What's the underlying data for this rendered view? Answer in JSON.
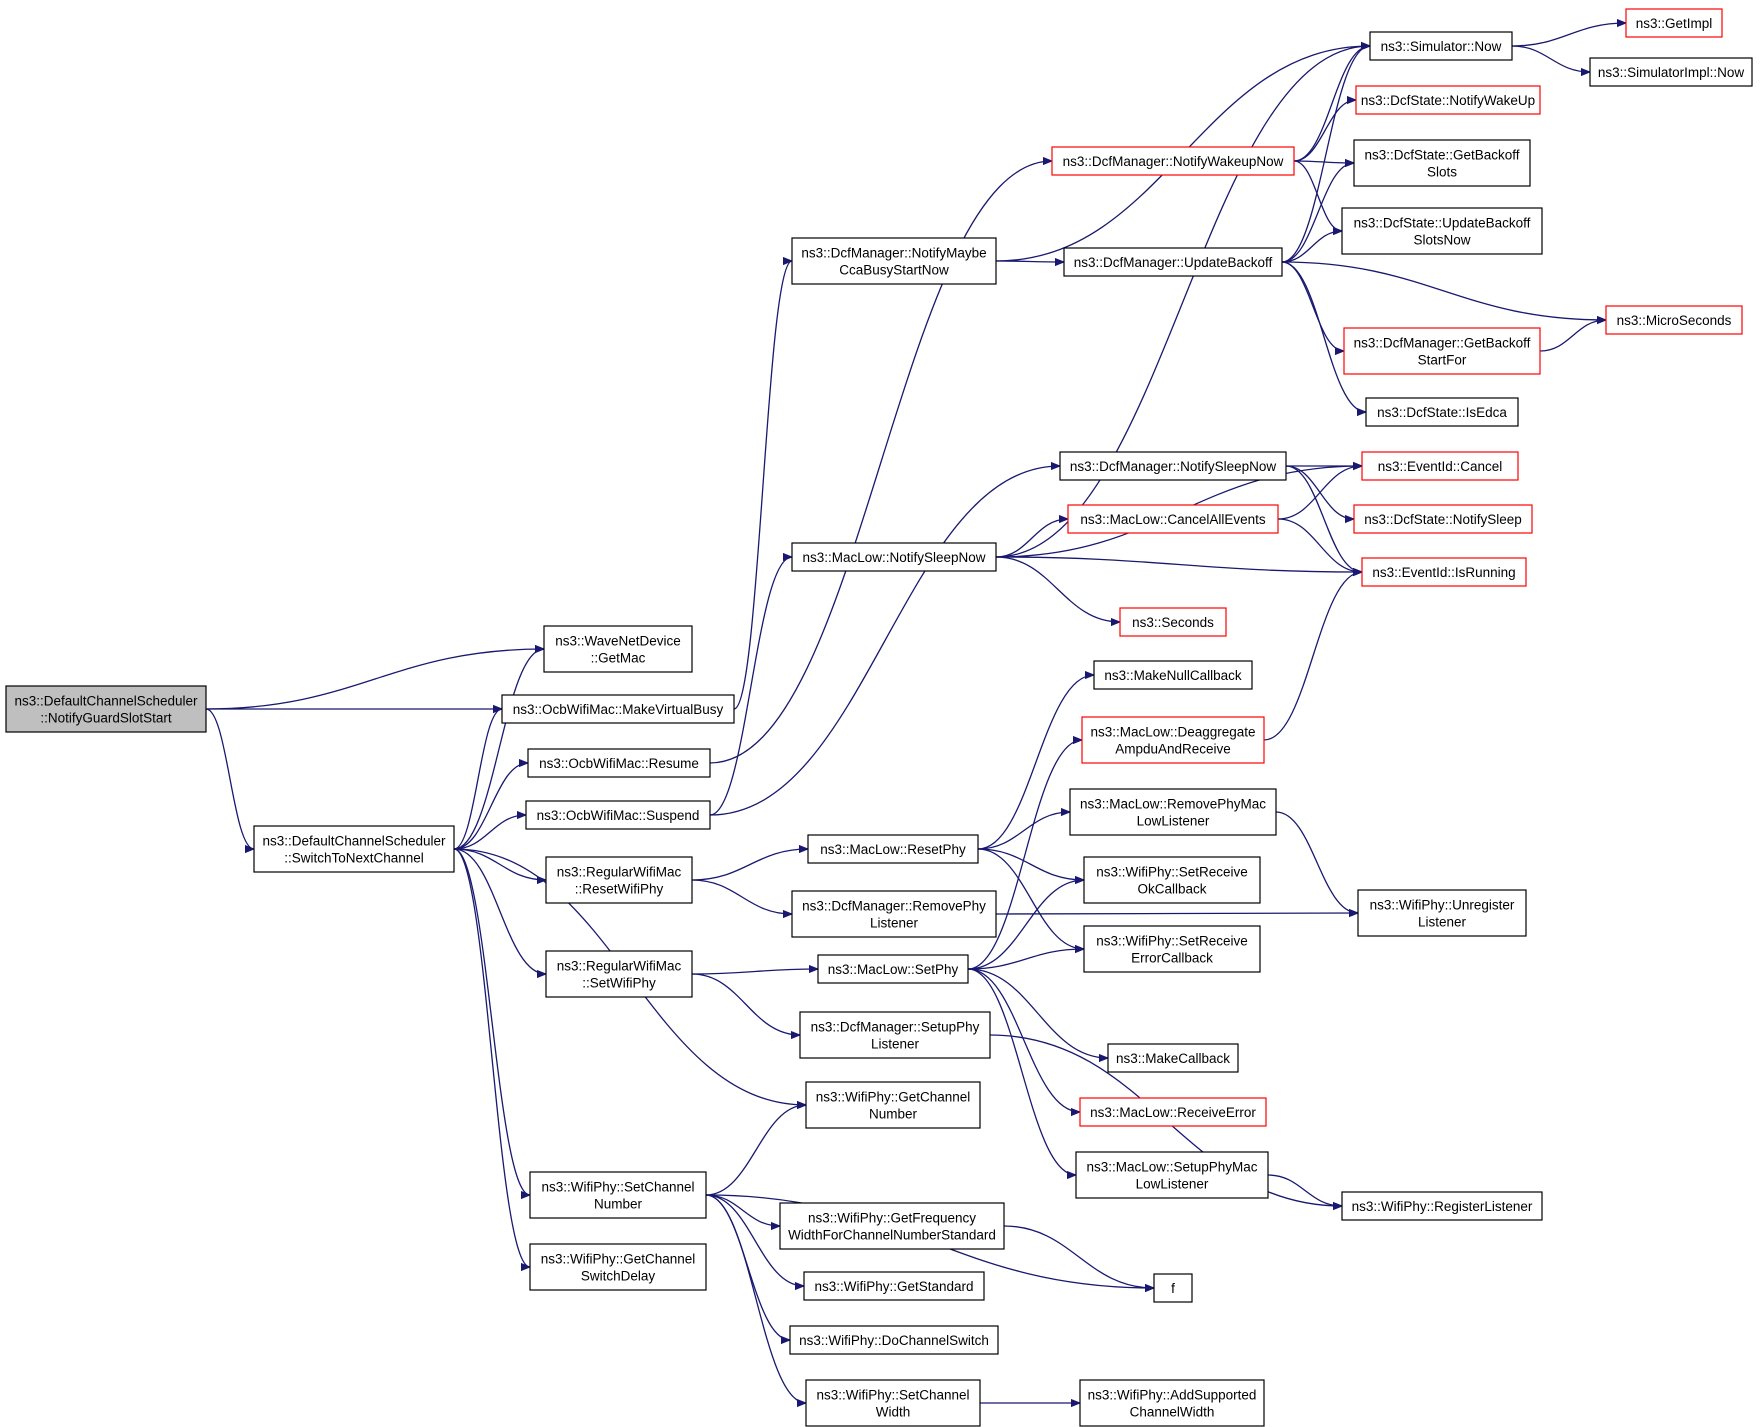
{
  "nodes": [
    {
      "id": "root",
      "lines": [
        "ns3::DefaultChannelScheduler",
        "::NotifyGuardSlotStart"
      ],
      "style": "root"
    },
    {
      "id": "switch",
      "lines": [
        "ns3::DefaultChannelScheduler",
        "::SwitchToNextChannel"
      ],
      "style": "normal"
    },
    {
      "id": "getmac",
      "lines": [
        "ns3::WaveNetDevice",
        "::GetMac"
      ],
      "style": "normal"
    },
    {
      "id": "makevb",
      "lines": [
        "ns3::OcbWifiMac::MakeVirtualBusy"
      ],
      "style": "normal"
    },
    {
      "id": "resume",
      "lines": [
        "ns3::OcbWifiMac::Resume"
      ],
      "style": "normal"
    },
    {
      "id": "suspend",
      "lines": [
        "ns3::OcbWifiMac::Suspend"
      ],
      "style": "normal"
    },
    {
      "id": "resetwifiphy",
      "lines": [
        "ns3::RegularWifiMac",
        "::ResetWifiPhy"
      ],
      "style": "normal"
    },
    {
      "id": "setwifiphy",
      "lines": [
        "ns3::RegularWifiMac",
        "::SetWifiPhy"
      ],
      "style": "normal"
    },
    {
      "id": "setchnum",
      "lines": [
        "ns3::WifiPhy::SetChannel",
        "Number"
      ],
      "style": "normal"
    },
    {
      "id": "getchsw",
      "lines": [
        "ns3::WifiPhy::GetChannel",
        "SwitchDelay"
      ],
      "style": "normal"
    },
    {
      "id": "ccabusy",
      "lines": [
        "ns3::DcfManager::NotifyMaybe",
        "CcaBusyStartNow"
      ],
      "style": "normal"
    },
    {
      "id": "notifysleepnow",
      "lines": [
        "ns3::MacLow::NotifySleepNow"
      ],
      "style": "normal"
    },
    {
      "id": "resetphy",
      "lines": [
        "ns3::MacLow::ResetPhy"
      ],
      "style": "normal"
    },
    {
      "id": "removephylist",
      "lines": [
        "ns3::DcfManager::RemovePhy",
        "Listener"
      ],
      "style": "normal"
    },
    {
      "id": "setphy",
      "lines": [
        "ns3::MacLow::SetPhy"
      ],
      "style": "normal"
    },
    {
      "id": "setupphylist",
      "lines": [
        "ns3::DcfManager::SetupPhy",
        "Listener"
      ],
      "style": "normal"
    },
    {
      "id": "getchnum",
      "lines": [
        "ns3::WifiPhy::GetChannel",
        "Number"
      ],
      "style": "normal"
    },
    {
      "id": "getfreq",
      "lines": [
        "ns3::WifiPhy::GetFrequency",
        "WidthForChannelNumberStandard"
      ],
      "style": "normal"
    },
    {
      "id": "getstd",
      "lines": [
        "ns3::WifiPhy::GetStandard"
      ],
      "style": "normal"
    },
    {
      "id": "dochsw",
      "lines": [
        "ns3::WifiPhy::DoChannelSwitch"
      ],
      "style": "normal"
    },
    {
      "id": "setchw",
      "lines": [
        "ns3::WifiPhy::SetChannel",
        "Width"
      ],
      "style": "normal"
    },
    {
      "id": "simnow",
      "lines": [
        "ns3::Simulator::Now"
      ],
      "style": "normal"
    },
    {
      "id": "notifywakeupnow",
      "lines": [
        "ns3::DcfManager::NotifyWakeupNow"
      ],
      "style": "red"
    },
    {
      "id": "updatebackoff",
      "lines": [
        "ns3::DcfManager::UpdateBackoff"
      ],
      "style": "normal"
    },
    {
      "id": "dcfnotifysleepnow",
      "lines": [
        "ns3::DcfManager::NotifySleepNow"
      ],
      "style": "normal"
    },
    {
      "id": "cancelall",
      "lines": [
        "ns3::MacLow::CancelAllEvents"
      ],
      "style": "red"
    },
    {
      "id": "seconds",
      "lines": [
        "ns3::Seconds"
      ],
      "style": "red"
    },
    {
      "id": "makenull",
      "lines": [
        "ns3::MakeNullCallback"
      ],
      "style": "normal"
    },
    {
      "id": "deagg",
      "lines": [
        "ns3::MacLow::Deaggregate",
        "AmpduAndReceive"
      ],
      "style": "red"
    },
    {
      "id": "removephymac",
      "lines": [
        "ns3::MacLow::RemovePhyMac",
        "LowListener"
      ],
      "style": "normal"
    },
    {
      "id": "setrecvok",
      "lines": [
        "ns3::WifiPhy::SetReceive",
        "OkCallback"
      ],
      "style": "normal"
    },
    {
      "id": "setrecverr",
      "lines": [
        "ns3::WifiPhy::SetReceive",
        "ErrorCallback"
      ],
      "style": "normal"
    },
    {
      "id": "makecb",
      "lines": [
        "ns3::MakeCallback"
      ],
      "style": "normal"
    },
    {
      "id": "recverr",
      "lines": [
        "ns3::MacLow::ReceiveError"
      ],
      "style": "red"
    },
    {
      "id": "setupphymac",
      "lines": [
        "ns3::MacLow::SetupPhyMac",
        "LowListener"
      ],
      "style": "normal"
    },
    {
      "id": "f",
      "lines": [
        "f"
      ],
      "style": "normal"
    },
    {
      "id": "addsupp",
      "lines": [
        "ns3::WifiPhy::AddSupported",
        "ChannelWidth"
      ],
      "style": "normal"
    },
    {
      "id": "getimpl",
      "lines": [
        "ns3::GetImpl"
      ],
      "style": "red"
    },
    {
      "id": "simimplnow",
      "lines": [
        "ns3::SimulatorImpl::Now"
      ],
      "style": "normal"
    },
    {
      "id": "notifywakeup",
      "lines": [
        "ns3::DcfState::NotifyWakeUp"
      ],
      "style": "red"
    },
    {
      "id": "getbackoffslots",
      "lines": [
        "ns3::DcfState::GetBackoff",
        "Slots"
      ],
      "style": "normal"
    },
    {
      "id": "updatebackoffslots",
      "lines": [
        "ns3::DcfState::UpdateBackoff",
        "SlotsNow"
      ],
      "style": "normal"
    },
    {
      "id": "microseconds",
      "lines": [
        "ns3::MicroSeconds"
      ],
      "style": "red"
    },
    {
      "id": "getbackoffstart",
      "lines": [
        "ns3::DcfManager::GetBackoff",
        "StartFor"
      ],
      "style": "red"
    },
    {
      "id": "isedca",
      "lines": [
        "ns3::DcfState::IsEdca"
      ],
      "style": "normal"
    },
    {
      "id": "cancel",
      "lines": [
        "ns3::EventId::Cancel"
      ],
      "style": "red"
    },
    {
      "id": "notifysleep",
      "lines": [
        "ns3::DcfState::NotifySleep"
      ],
      "style": "red"
    },
    {
      "id": "isrunning",
      "lines": [
        "ns3::EventId::IsRunning"
      ],
      "style": "red"
    },
    {
      "id": "unregister",
      "lines": [
        "ns3::WifiPhy::Unregister",
        "Listener"
      ],
      "style": "normal"
    },
    {
      "id": "register",
      "lines": [
        "ns3::WifiPhy::RegisterListener"
      ],
      "style": "normal"
    }
  ],
  "edges": [
    [
      "root",
      "getmac"
    ],
    [
      "root",
      "makevb"
    ],
    [
      "root",
      "switch"
    ],
    [
      "switch",
      "getmac"
    ],
    [
      "switch",
      "makevb"
    ],
    [
      "switch",
      "resume"
    ],
    [
      "switch",
      "suspend"
    ],
    [
      "switch",
      "resetwifiphy"
    ],
    [
      "switch",
      "setwifiphy"
    ],
    [
      "switch",
      "getchnum"
    ],
    [
      "switch",
      "setchnum"
    ],
    [
      "switch",
      "getchsw"
    ],
    [
      "makevb",
      "ccabusy"
    ],
    [
      "resume",
      "notifywakeupnow"
    ],
    [
      "suspend",
      "dcfnotifysleepnow"
    ],
    [
      "suspend",
      "notifysleepnow"
    ],
    [
      "resetwifiphy",
      "resetphy"
    ],
    [
      "resetwifiphy",
      "removephylist"
    ],
    [
      "setwifiphy",
      "setphy"
    ],
    [
      "setwifiphy",
      "setupphylist"
    ],
    [
      "setchnum",
      "getchnum"
    ],
    [
      "setchnum",
      "getfreq"
    ],
    [
      "setchnum",
      "getstd"
    ],
    [
      "setchnum",
      "dochsw"
    ],
    [
      "setchnum",
      "setchw"
    ],
    [
      "setchnum",
      "f"
    ],
    [
      "ccabusy",
      "simnow"
    ],
    [
      "ccabusy",
      "updatebackoff"
    ],
    [
      "notifysleepnow",
      "simnow"
    ],
    [
      "notifysleepnow",
      "cancelall"
    ],
    [
      "notifysleepnow",
      "seconds"
    ],
    [
      "notifysleepnow",
      "isrunning"
    ],
    [
      "resetphy",
      "makenull"
    ],
    [
      "resetphy",
      "removephymac"
    ],
    [
      "resetphy",
      "setrecvok"
    ],
    [
      "resetphy",
      "setrecverr"
    ],
    [
      "removephylist",
      "unregister"
    ],
    [
      "setphy",
      "deagg"
    ],
    [
      "setphy",
      "setrecvok"
    ],
    [
      "setphy",
      "setrecverr"
    ],
    [
      "setphy",
      "makecb"
    ],
    [
      "setphy",
      "recverr"
    ],
    [
      "setphy",
      "setupphymac"
    ],
    [
      "setupphylist",
      "register"
    ],
    [
      "getfreq",
      "f"
    ],
    [
      "setchw",
      "addsupp"
    ],
    [
      "simnow",
      "getimpl"
    ],
    [
      "simnow",
      "simimplnow"
    ],
    [
      "notifywakeupnow",
      "simnow"
    ],
    [
      "notifywakeupnow",
      "notifywakeup"
    ],
    [
      "notifywakeupnow",
      "getbackoffslots"
    ],
    [
      "notifywakeupnow",
      "updatebackoffslots"
    ],
    [
      "updatebackoff",
      "simnow"
    ],
    [
      "updatebackoff",
      "getbackoffslots"
    ],
    [
      "updatebackoff",
      "updatebackoffslots"
    ],
    [
      "updatebackoff",
      "microseconds"
    ],
    [
      "updatebackoff",
      "getbackoffstart"
    ],
    [
      "updatebackoff",
      "isedca"
    ],
    [
      "dcfnotifysleepnow",
      "cancel"
    ],
    [
      "dcfnotifysleepnow",
      "notifysleep"
    ],
    [
      "dcfnotifysleepnow",
      "isrunning"
    ],
    [
      "cancelall",
      "cancel"
    ],
    [
      "cancelall",
      "isrunning"
    ],
    [
      "deagg",
      "isrunning"
    ],
    [
      "removephymac",
      "unregister"
    ],
    [
      "setupphymac",
      "register"
    ],
    [
      "getbackoffstart",
      "microseconds"
    ],
    [
      "notifysleepnow",
      "cancel"
    ]
  ]
}
